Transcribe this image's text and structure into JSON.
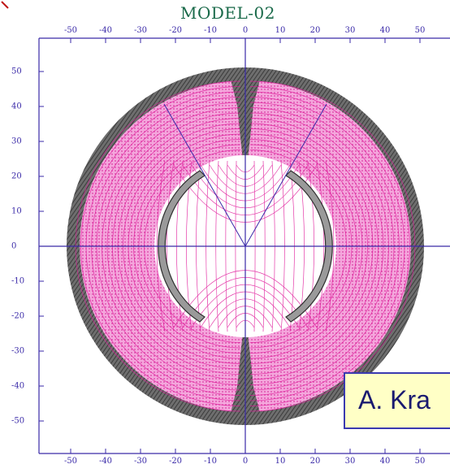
{
  "title": "MODEL-02",
  "x_ticks": [
    "-50",
    "-40",
    "-30",
    "-20",
    "-10",
    "0",
    "10",
    "20",
    "30",
    "40",
    "50"
  ],
  "y_ticks": [
    "50",
    "40",
    "30",
    "20",
    "10",
    "0",
    "-10",
    "-20",
    "-30",
    "-40",
    "-50"
  ],
  "note_text": "A. Kra",
  "colors": {
    "axis": "#3a2aa8",
    "field_lines": "#e0179a",
    "field_fill": "#f6a8de",
    "iron": "#5a5a5a",
    "coil": "#9a9a9a",
    "title": "#1a6a4a",
    "note_bg": "#ffffc6"
  }
}
